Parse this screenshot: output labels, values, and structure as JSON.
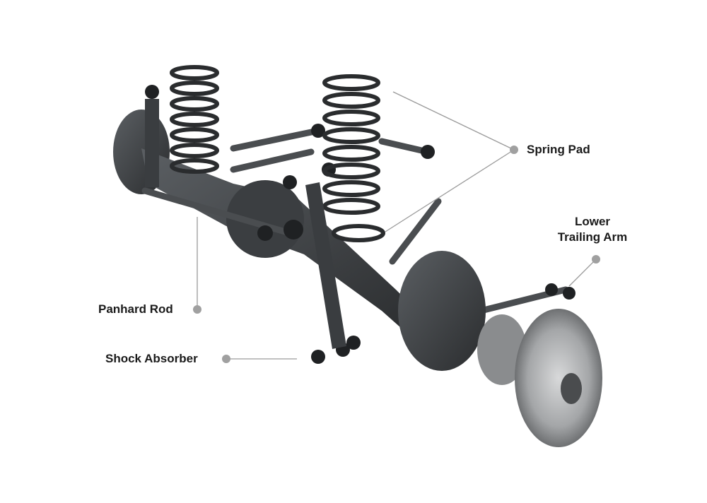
{
  "labels": {
    "spring_pad": "Spring Pad",
    "lower_trailing_arm_line1": "Lower",
    "lower_trailing_arm_line2": "Trailing Arm",
    "panhard_rod": "Panhard Rod",
    "shock_absorber": "Shock Absorber"
  },
  "colors": {
    "leader": "#9a9a9a",
    "part_dark": "#3a3d40",
    "part_mid": "#5a5e62",
    "disc": "#a9abad"
  }
}
